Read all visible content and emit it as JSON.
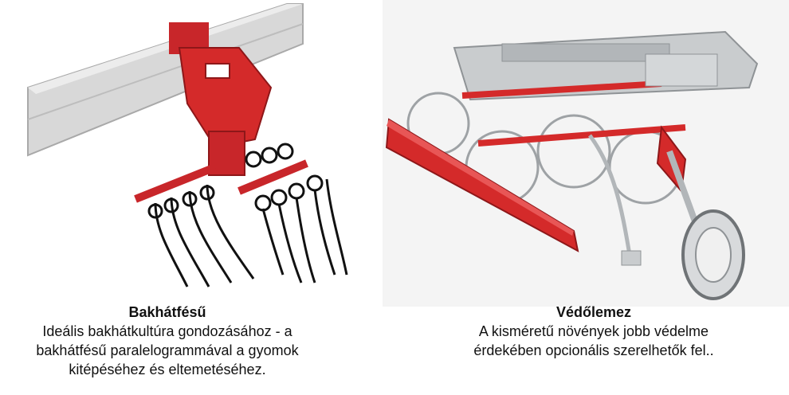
{
  "left": {
    "title": "Bakhátfésű",
    "desc": [
      "Ideális bakhátkultúra gondozásához - a",
      "bakhátfésű paralelogrammával a gyomok",
      "kitépéséhez és eltemetéséhez."
    ]
  },
  "right": {
    "title": "Védőlemez",
    "desc": [
      "A kisméretű növények jobb védelme",
      "érdekében opcionális szerelhetők fel.."
    ]
  },
  "colors": {
    "red": "#d42a2a",
    "steel": "#b9bcbf",
    "tine": "#111111"
  }
}
